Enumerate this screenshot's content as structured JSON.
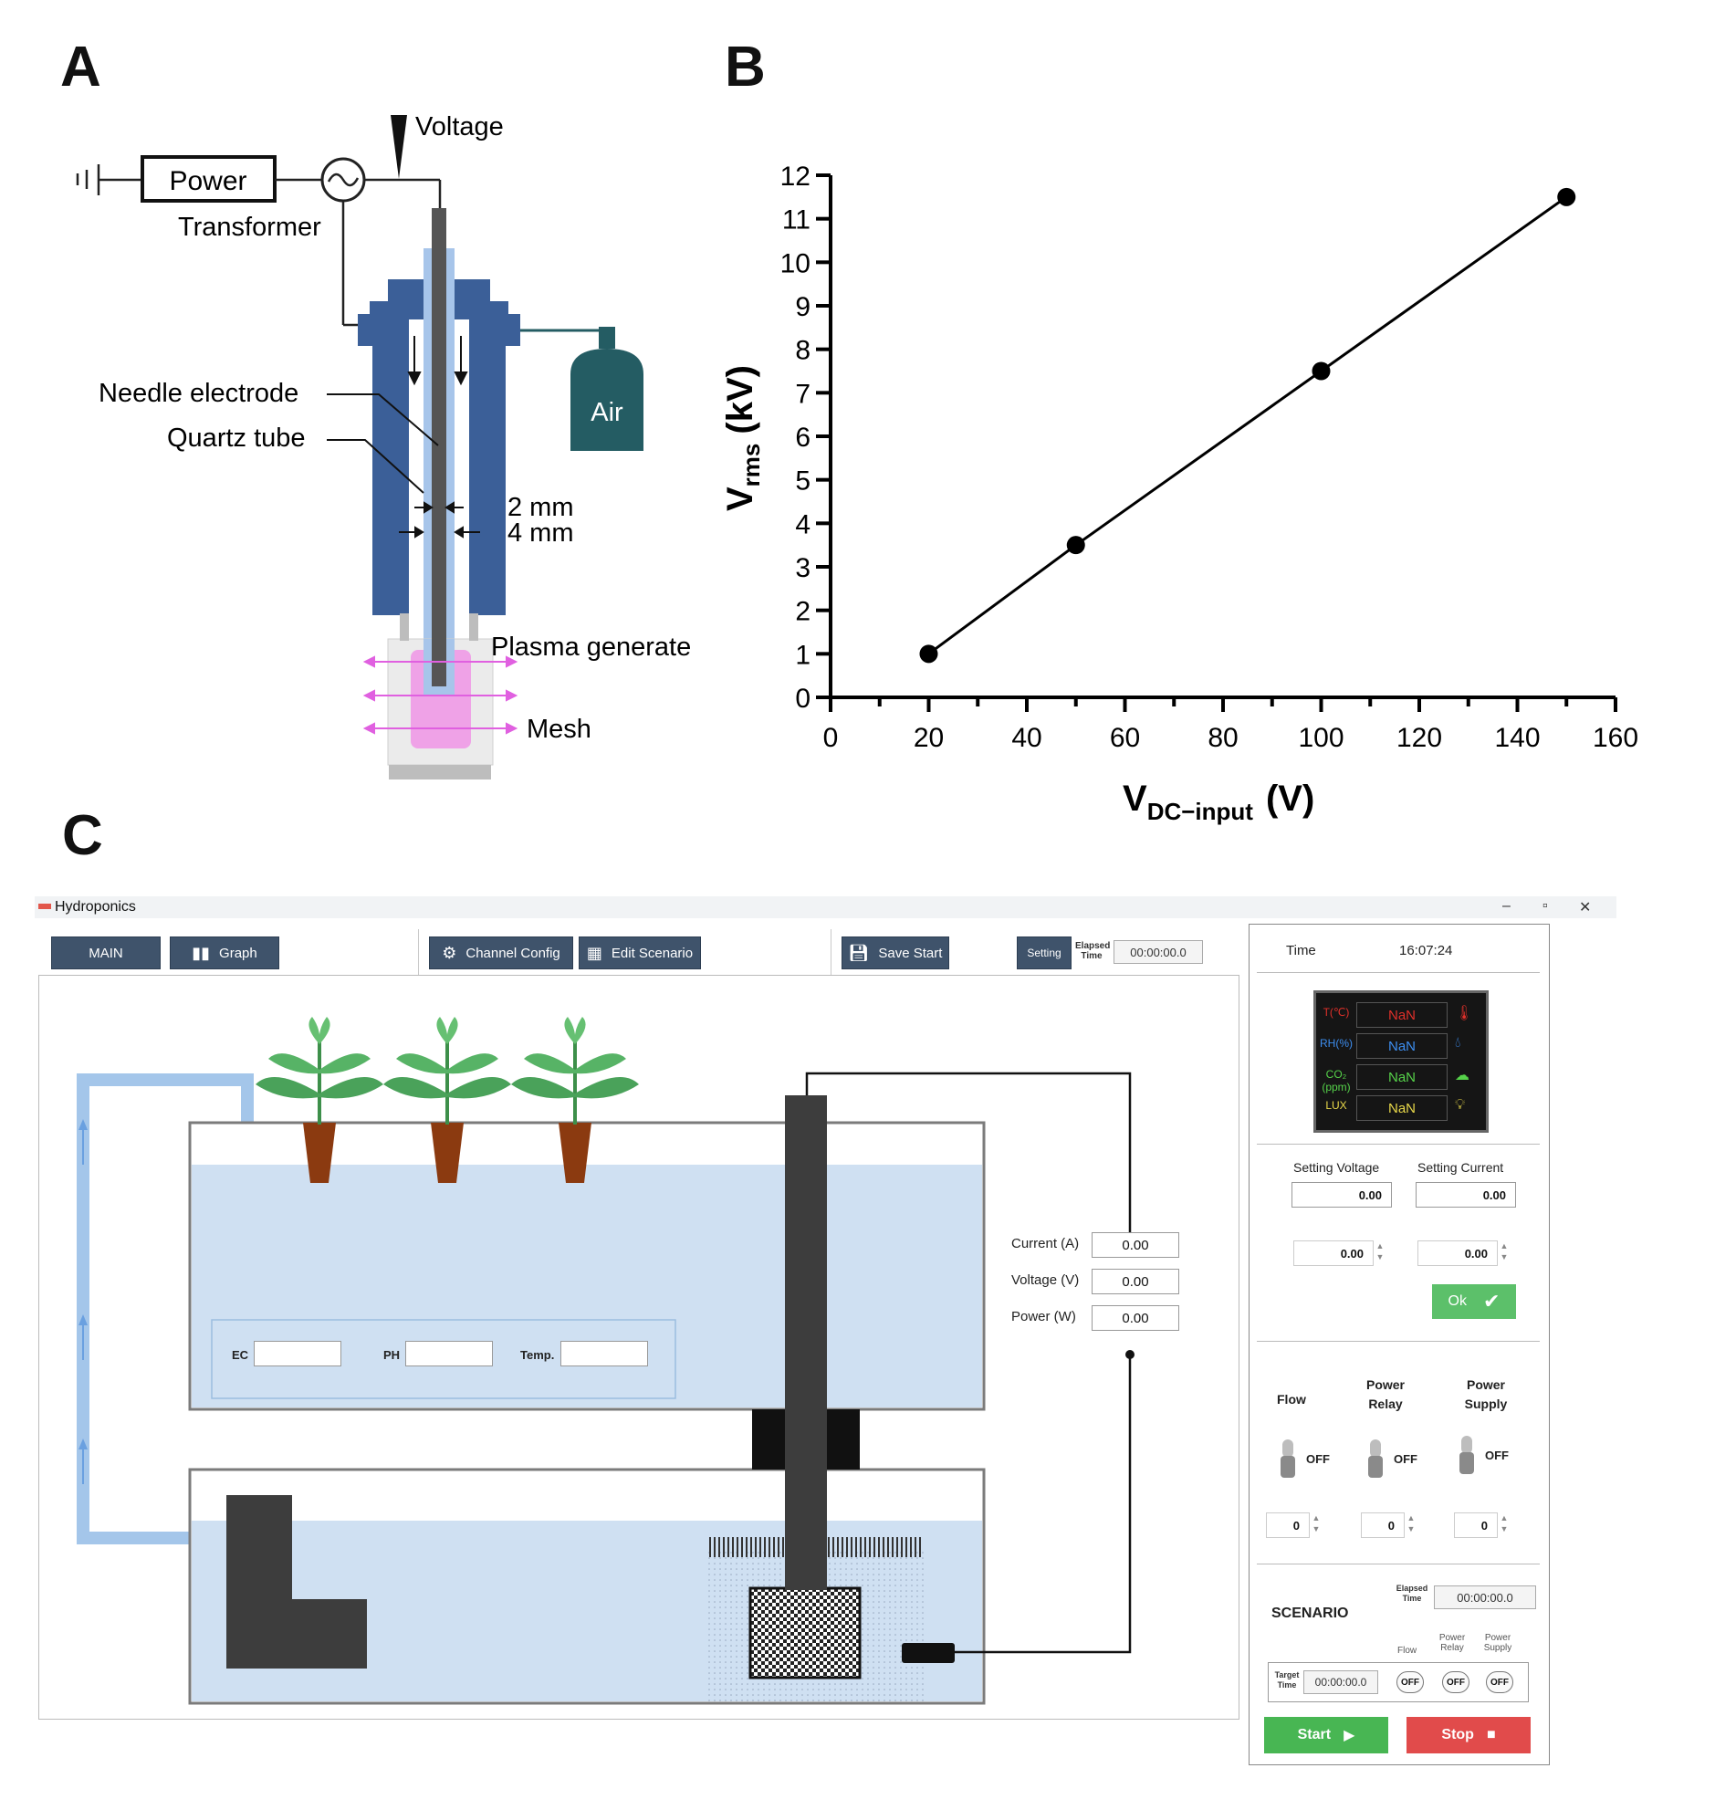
{
  "panels": {
    "a": "A",
    "b": "B",
    "c": "C"
  },
  "panel_a": {
    "power_label": "Power",
    "transformer_label": "Transformer",
    "voltage_label": "Voltage",
    "air_label": "Air",
    "needle_label": "Needle electrode",
    "quartz_label": "Quartz tube",
    "dim_inner": "2 mm",
    "dim_outer": "4 mm",
    "plasma_label": "Plasma generate",
    "mesh_label": "Mesh",
    "colors": {
      "holder": "#3b5f98",
      "quartz": "#a7c5ea",
      "electrode": "#555555",
      "plasma": "#f08ae6",
      "air_bottle": "#245c63"
    }
  },
  "chart_data": {
    "type": "line",
    "x": [
      20,
      50,
      100,
      150
    ],
    "y": [
      1.0,
      3.5,
      7.5,
      11.5
    ],
    "xlim": [
      0,
      160
    ],
    "ylim": [
      0,
      12
    ],
    "xticks": [
      "0",
      "20",
      "40",
      "60",
      "80",
      "100",
      "120",
      "140",
      "160"
    ],
    "yticks": [
      "0",
      "1",
      "2",
      "3",
      "4",
      "5",
      "6",
      "7",
      "8",
      "9",
      "10",
      "11",
      "12"
    ],
    "xlabel": {
      "main": "V",
      "sub": "DC−input",
      "unit": "(V)"
    },
    "ylabel": {
      "main": "V",
      "sub": "rms",
      "unit": "(kV)"
    },
    "grid": false,
    "marker": "filled-circle"
  },
  "app": {
    "title": "Hydroponics",
    "toolbar": {
      "main": "MAIN",
      "graph": "Graph",
      "channel_config": "Channel Config",
      "edit_scenario": "Edit Scenario",
      "save_start": "Save Start",
      "setting": "Setting",
      "elapsed_label": "Elapsed Time",
      "elapsed_value": "00:00:00.0"
    },
    "tank": {
      "ec": "EC",
      "ph": "PH",
      "temp": "Temp."
    },
    "readouts": [
      {
        "label": "Current (A)",
        "value": "0.00"
      },
      {
        "label": "Voltage (V)",
        "value": "0.00"
      },
      {
        "label": "Power (W)",
        "value": "0.00"
      }
    ],
    "side": {
      "time_label": "Time",
      "time_value": "16:07:24",
      "sensors": [
        {
          "label": "T(℃)",
          "value": "NaN",
          "color": "#e0302a"
        },
        {
          "label": "RH(%)",
          "value": "NaN",
          "color": "#3d8ef0"
        },
        {
          "label": "CO₂ (ppm)",
          "value": "NaN",
          "color": "#56d24a"
        },
        {
          "label": "LUX",
          "value": "NaN",
          "color": "#e8d84a"
        }
      ],
      "setting_voltage_label": "Setting Voltage",
      "setting_current_label": "Setting Current",
      "setting_voltage_value": "0.00",
      "setting_current_value": "0.00",
      "voltage_spin_value": "0.00",
      "current_spin_value": "0.00",
      "ok_label": "Ok",
      "flow_label": "Flow",
      "relay_label": "Power Relay",
      "supply_label": "Power Supply",
      "off": "OFF",
      "flow_spin": "0",
      "relay_spin": "0",
      "supply_spin": "0",
      "scenario_label": "SCENARIO",
      "scenario_elapsed_label": "Elapsed Time",
      "scenario_elapsed_value": "00:00:00.0",
      "col_flow": "Flow",
      "col_relay": "Power Relay",
      "col_supply": "Power Supply",
      "target_label": "Target Time",
      "target_value": "00:00:00.0",
      "start_label": "Start",
      "stop_label": "Stop"
    }
  }
}
